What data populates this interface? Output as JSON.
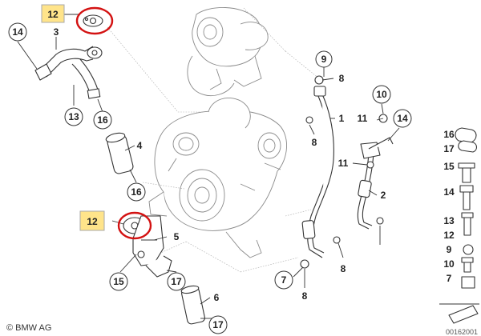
{
  "diagram": {
    "copyright": "© BMW AG",
    "figure_code": "00162001",
    "highlight_color": "#ffe48a",
    "circle_color": "#d31212",
    "labels": {
      "l12a": "12",
      "l14a": "14",
      "l3": "3",
      "l13": "13",
      "l16a": "16",
      "l4": "4",
      "l16b": "16",
      "l12b": "12",
      "l5": "5",
      "l15": "15",
      "l17a": "17",
      "l6": "6",
      "l17b": "17",
      "l9a": "9",
      "l8a": "8",
      "l8b": "8",
      "l1": "1",
      "l7": "7",
      "l8c": "8",
      "l10": "10",
      "l11a": "11",
      "l14b": "14",
      "l11b": "11",
      "l2": "2",
      "l8d": "8",
      "s16": "16",
      "s17": "17",
      "s15": "15",
      "s14": "14",
      "s13": "13",
      "s12": "12",
      "s9": "9",
      "s10": "10",
      "s7": "7"
    }
  }
}
